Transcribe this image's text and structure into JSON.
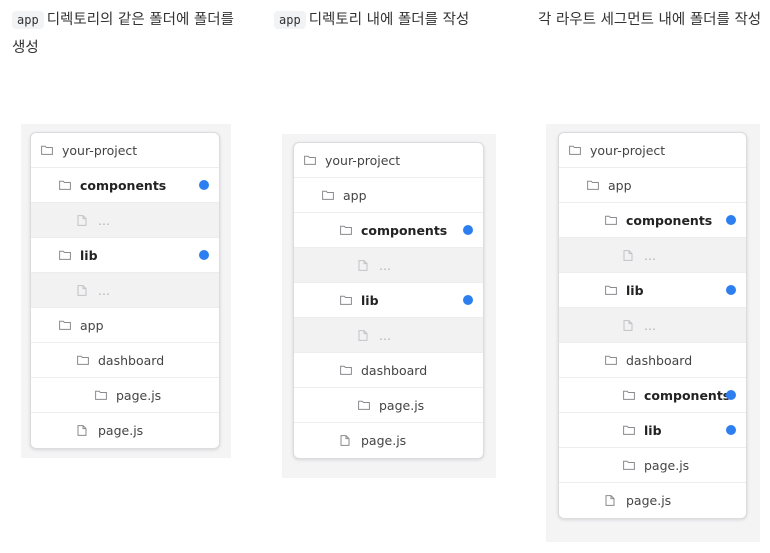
{
  "captions": [
    {
      "code": "app",
      "text": "디렉토리의 같은 폴더에 폴더를 생성"
    },
    {
      "code": "app",
      "text": "디렉토리 내에 폴더를 작성"
    },
    {
      "code": "",
      "text": "각 라우트 세그먼트 내에 폴더를 작성"
    }
  ],
  "trees": [
    [
      {
        "label": "your-project",
        "icon": "folder-icon",
        "depth": 0
      },
      {
        "label": "components",
        "icon": "folder-icon",
        "depth": 1,
        "bold": true,
        "dot": true
      },
      {
        "label": "...",
        "icon": "file-icon",
        "depth": 2,
        "placeholder": true
      },
      {
        "label": "lib",
        "icon": "folder-icon",
        "depth": 1,
        "bold": true,
        "dot": true
      },
      {
        "label": "...",
        "icon": "file-icon",
        "depth": 2,
        "placeholder": true
      },
      {
        "label": "app",
        "icon": "folder-icon",
        "depth": 1
      },
      {
        "label": "dashboard",
        "icon": "folder-icon",
        "depth": 2
      },
      {
        "label": "page.js",
        "icon": "folder-icon",
        "depth": 3
      },
      {
        "label": "page.js",
        "icon": "file-icon",
        "depth": 2
      }
    ],
    [
      {
        "label": "your-project",
        "icon": "folder-icon",
        "depth": 0
      },
      {
        "label": "app",
        "icon": "folder-icon",
        "depth": 1
      },
      {
        "label": "components",
        "icon": "folder-icon",
        "depth": 2,
        "bold": true,
        "dot": true
      },
      {
        "label": "...",
        "icon": "file-icon",
        "depth": 3,
        "placeholder": true
      },
      {
        "label": "lib",
        "icon": "folder-icon",
        "depth": 2,
        "bold": true,
        "dot": true
      },
      {
        "label": "...",
        "icon": "file-icon",
        "depth": 3,
        "placeholder": true
      },
      {
        "label": "dashboard",
        "icon": "folder-icon",
        "depth": 2
      },
      {
        "label": "page.js",
        "icon": "folder-icon",
        "depth": 3
      },
      {
        "label": "page.js",
        "icon": "file-icon",
        "depth": 2
      }
    ],
    [
      {
        "label": "your-project",
        "icon": "folder-icon",
        "depth": 0
      },
      {
        "label": "app",
        "icon": "folder-icon",
        "depth": 1
      },
      {
        "label": "components",
        "icon": "folder-icon",
        "depth": 2,
        "bold": true,
        "dot": true
      },
      {
        "label": "...",
        "icon": "file-icon",
        "depth": 3,
        "placeholder": true
      },
      {
        "label": "lib",
        "icon": "folder-icon",
        "depth": 2,
        "bold": true,
        "dot": true
      },
      {
        "label": "...",
        "icon": "file-icon",
        "depth": 3,
        "placeholder": true
      },
      {
        "label": "dashboard",
        "icon": "folder-icon",
        "depth": 2
      },
      {
        "label": "components",
        "icon": "folder-icon",
        "depth": 3,
        "bold": true,
        "dot": true
      },
      {
        "label": "lib",
        "icon": "folder-icon",
        "depth": 3,
        "bold": true,
        "dot": true
      },
      {
        "label": "page.js",
        "icon": "folder-icon",
        "depth": 3
      },
      {
        "label": "page.js",
        "icon": "file-icon",
        "depth": 2
      }
    ]
  ],
  "colors": {
    "accent_dot": "#2d7ff0"
  }
}
